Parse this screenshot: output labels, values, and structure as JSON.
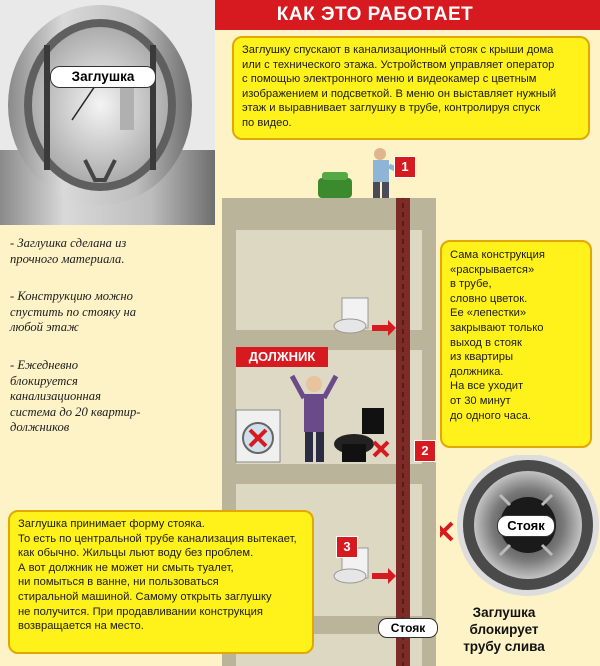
{
  "header": {
    "title": "КАК ЭТО РАБОТАЕТ"
  },
  "pipe_photo": {
    "label": "Заглушка"
  },
  "callouts": {
    "top": {
      "lines": [
        "Заглушку спускают в канализационный стояк с крыши дома",
        "или с технического этажа. Устройством управляет оператор",
        "с помощью электронного меню и видеокамер с цветным",
        "изображением и подсветкой. В меню он выставляет нужный",
        "этаж и выравнивает заглушку в трубе, контролируя спуск",
        "по видео."
      ]
    },
    "right": {
      "lines": [
        "Сама конструкция",
        "«раскрывается»",
        "в трубе,",
        "словно цветок.",
        "Ее «лепестки»",
        "закрывают только",
        "выход в стояк",
        "из квартиры",
        "должника.",
        "На все уходит",
        "от 30 минут",
        "до одного часа."
      ]
    },
    "bottom": {
      "lines": [
        "Заглушка принимает форму стояка.",
        "То есть по центральной трубе канализация вытекает,",
        "как обычно. Жильцы льют воду без проблем.",
        "А вот должник не может ни смыть туалет,",
        "ни помыться в ванне, ни пользоваться",
        "стиральной машиной. Самому открыть заглушку",
        "не получится. При продавливании конструкция",
        "возвращается на место."
      ]
    }
  },
  "notes": [
    {
      "lines": [
        "- Заглушка сделана из",
        "прочного материала."
      ]
    },
    {
      "lines": [
        "- Конструкцию можно",
        "спустить по стояку на",
        "любой этаж"
      ]
    },
    {
      "lines": [
        "- Ежедневно",
        "блокируется",
        "канализационная",
        "система до 20 квартир-",
        "должников"
      ]
    }
  ],
  "building": {
    "debtor_label": "ДОЛЖНИК",
    "steps": [
      "1",
      "2",
      "3"
    ],
    "riser_label": "Стояк"
  },
  "zoom": {
    "label": "Стояк",
    "caption_lines": [
      "Заглушка",
      "блокирует",
      "трубу слива"
    ]
  },
  "colors": {
    "accent_red": "#d71920",
    "callout_yellow": "#fff21a",
    "background": "#fdf3c7",
    "building_gray": "#c8c4a8"
  }
}
